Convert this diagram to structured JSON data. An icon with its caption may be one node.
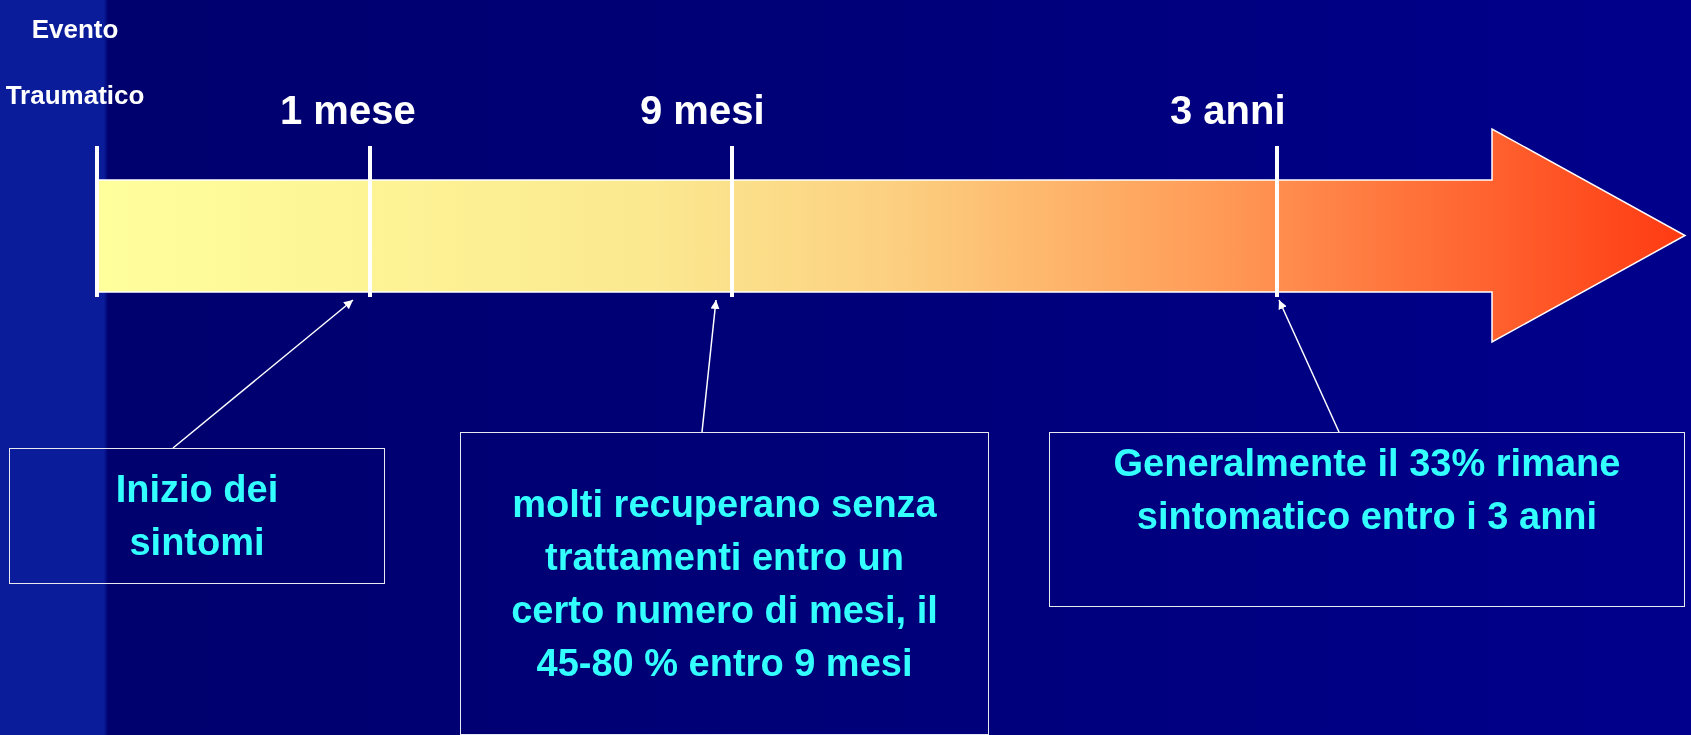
{
  "diagram": {
    "nodes": [
      {
        "text": [],
        "shape": "arrow"
      },
      {
        "text": [
          "Inizio dei sintomi"
        ]
      },
      {
        "text": [
          "molti recuperano senza trattamenti entro un certo numero di mesi, il 45-80 % entro 9 mesi"
        ]
      },
      {
        "text": [
          "Generalmente il 33% rimane sintomatico entro i 3 anni"
        ]
      }
    ],
    "edges": [
      {
        "from": 1,
        "to": 0,
        "arrow": "to"
      },
      {
        "from": 2,
        "to": 0,
        "arrow": "to"
      },
      {
        "from": 3,
        "to": 0,
        "arrow": "to"
      }
    ],
    "labels": [
      "Evento Traumatico",
      "1 mese",
      "9 mesi",
      "3 anni"
    ]
  }
}
